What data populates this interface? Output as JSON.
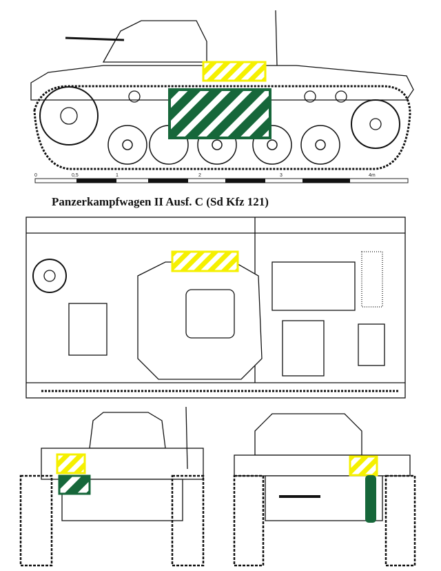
{
  "title": "Panzerkampfwagen II Ausf. C (Sd Kfz 121)",
  "scale_bar": {
    "labels": [
      "0",
      "0,5",
      "1",
      "2",
      "3",
      "4m"
    ],
    "unit": "m",
    "max": 4
  },
  "views": [
    "side",
    "top",
    "front",
    "rear"
  ],
  "highlights": {
    "yellow_color": "#f5f000",
    "green_color": "#16673a"
  }
}
